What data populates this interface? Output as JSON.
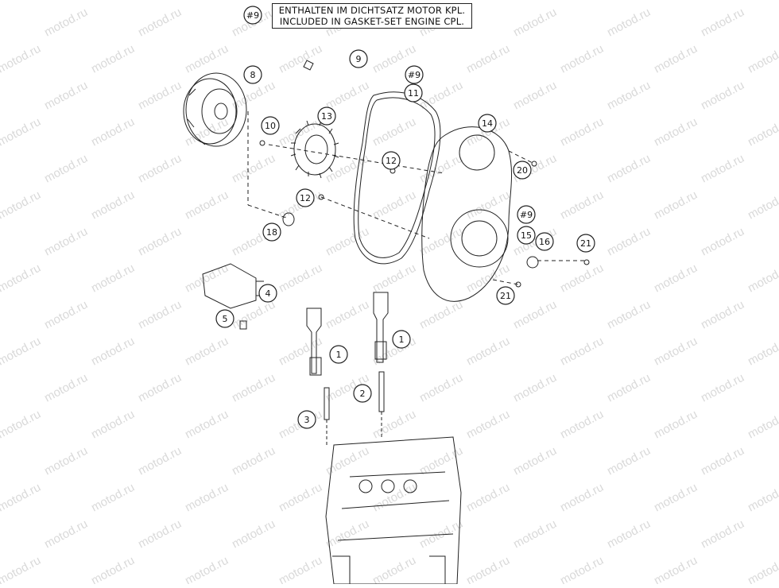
{
  "note": {
    "ref_label": "#9",
    "line_de": "ENTHALTEN IM DICHTSATZ MOTOR KPL.",
    "line_en": "INCLUDED IN GASKET-SET ENGINE CPL."
  },
  "watermark_text": "motod.ru",
  "callouts": [
    {
      "id": "c-note",
      "label": "#9"
    },
    {
      "id": "c8",
      "label": "8"
    },
    {
      "id": "c9",
      "label": "9"
    },
    {
      "id": "c9b",
      "label": "#9"
    },
    {
      "id": "c11",
      "label": "11"
    },
    {
      "id": "c13",
      "label": "13"
    },
    {
      "id": "c10",
      "label": "10"
    },
    {
      "id": "c14",
      "label": "14"
    },
    {
      "id": "c12a",
      "label": "12"
    },
    {
      "id": "c20",
      "label": "20"
    },
    {
      "id": "c12b",
      "label": "12"
    },
    {
      "id": "c9c",
      "label": "#9"
    },
    {
      "id": "c15",
      "label": "15"
    },
    {
      "id": "c16",
      "label": "16"
    },
    {
      "id": "c21a",
      "label": "21"
    },
    {
      "id": "c18",
      "label": "18"
    },
    {
      "id": "c4",
      "label": "4"
    },
    {
      "id": "c21b",
      "label": "21"
    },
    {
      "id": "c5",
      "label": "5"
    },
    {
      "id": "c1a",
      "label": "1"
    },
    {
      "id": "c1b",
      "label": "1"
    },
    {
      "id": "c2",
      "label": "2"
    },
    {
      "id": "c3",
      "label": "3"
    }
  ],
  "colors": {
    "line": "#222222",
    "watermark": "#d9d9d9",
    "background": "#ffffff"
  }
}
